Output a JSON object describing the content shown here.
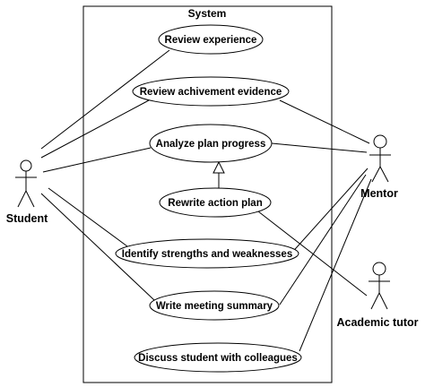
{
  "system": {
    "title": "System"
  },
  "actors": [
    {
      "id": "student",
      "label": "Student"
    },
    {
      "id": "mentor",
      "label": "Mentor"
    },
    {
      "id": "tutor",
      "label": "Academic tutor"
    }
  ],
  "use_cases": [
    {
      "id": "uc1",
      "label": "Review experience"
    },
    {
      "id": "uc2",
      "label": "Review achivement evidence"
    },
    {
      "id": "uc3",
      "label": "Analyze plan progress"
    },
    {
      "id": "uc4",
      "label": "Rewrite action plan"
    },
    {
      "id": "uc5",
      "label": "Identify strengths and weaknesses"
    },
    {
      "id": "uc6",
      "label": "Write meeting summary"
    },
    {
      "id": "uc7",
      "label": "Discuss student with colleagues"
    }
  ],
  "associations": [
    {
      "actor": "student",
      "use_case": "uc1"
    },
    {
      "actor": "student",
      "use_case": "uc2"
    },
    {
      "actor": "student",
      "use_case": "uc3"
    },
    {
      "actor": "student",
      "use_case": "uc5"
    },
    {
      "actor": "student",
      "use_case": "uc6"
    },
    {
      "actor": "mentor",
      "use_case": "uc2"
    },
    {
      "actor": "mentor",
      "use_case": "uc3"
    },
    {
      "actor": "mentor",
      "use_case": "uc5"
    },
    {
      "actor": "mentor",
      "use_case": "uc6"
    },
    {
      "actor": "mentor",
      "use_case": "uc7"
    },
    {
      "actor": "tutor",
      "use_case": "uc4"
    }
  ],
  "generalizations": [
    {
      "child": "uc4",
      "parent": "uc3"
    }
  ]
}
